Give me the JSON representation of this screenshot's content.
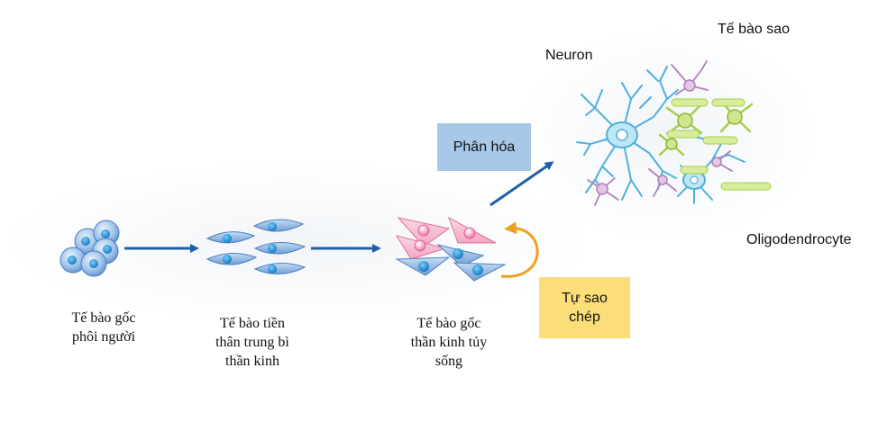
{
  "stages": [
    {
      "line1": "Tế bào gốc",
      "line2": "phôi người",
      "line3": ""
    },
    {
      "line1": "Tế bào tiền",
      "line2": "thân trung bì",
      "line3": "thần kinh"
    },
    {
      "line1": "Tế bào gốc",
      "line2": "thần kinh tủy",
      "line3": "sống"
    }
  ],
  "boxes": {
    "differentiation": "Phân hóa",
    "self_renewal_line1": "Tự sao",
    "self_renewal_line2": "chép"
  },
  "neural_labels": {
    "neuron": "Neuron",
    "astrocyte": "Tế bào sao",
    "oligodendrocyte": "Oligodendrocyte"
  },
  "colors": {
    "arrow_blue": "#1f5fa8",
    "arrow_orange": "#f0a020",
    "box_blue": "#a9c8e8",
    "box_yellow": "#fbde7a",
    "cell_blue": "#6e9fd6",
    "cell_pink": "#f4b0c8",
    "neuron_cyan": "#4fb0dc",
    "astro_green": "#a7cf49",
    "oligo_purple": "#b081b8"
  }
}
